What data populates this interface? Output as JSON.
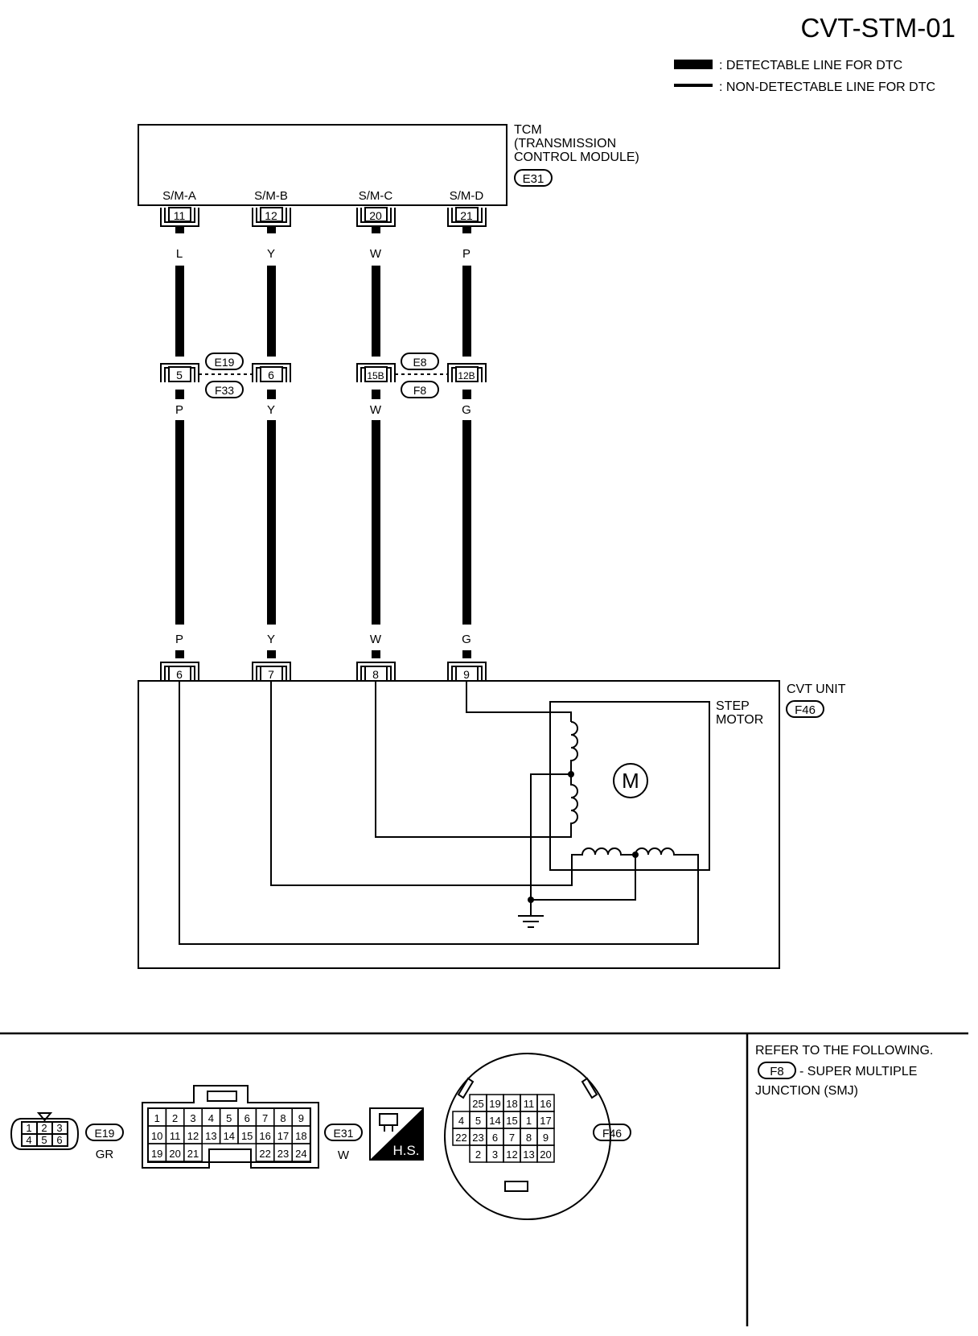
{
  "title": "CVT-STM-01",
  "legend": {
    "detectable": ": DETECTABLE LINE FOR DTC",
    "non_detectable": ": NON-DETECTABLE LINE FOR DTC"
  },
  "tcm": {
    "line1": "TCM",
    "line2": "(TRANSMISSION",
    "line3": "CONTROL MODULE)",
    "connector": "E31",
    "pins": [
      {
        "label": "S/M-A",
        "pin": "11",
        "color_top": "L",
        "jc_pin": "5",
        "color_mid": "P",
        "bottom_color": "P",
        "unit_pin": "6"
      },
      {
        "label": "S/M-B",
        "pin": "12",
        "color_top": "Y",
        "jc_pin": "6",
        "color_mid": "Y",
        "bottom_color": "Y",
        "unit_pin": "7"
      },
      {
        "label": "S/M-C",
        "pin": "20",
        "color_top": "W",
        "jc_pin": "15B",
        "color_mid": "W",
        "bottom_color": "W",
        "unit_pin": "8"
      },
      {
        "label": "S/M-D",
        "pin": "21",
        "color_top": "P",
        "jc_pin": "12B",
        "color_mid": "G",
        "bottom_color": "G",
        "unit_pin": "9"
      }
    ]
  },
  "joints": {
    "left_top": "E19",
    "left_bottom": "F33",
    "right_top": "E8",
    "right_bottom": "F8"
  },
  "cvt_unit": {
    "label": "CVT UNIT",
    "connector": "F46",
    "step_motor_line1": "STEP",
    "step_motor_line2": "MOTOR",
    "motor_symbol": "M"
  },
  "connectors": {
    "e19": {
      "id": "E19",
      "color": "GR",
      "rows": [
        [
          "1",
          "2",
          "3"
        ],
        [
          "4",
          "5",
          "6"
        ]
      ]
    },
    "e31": {
      "id": "E31",
      "color": "W",
      "rows": [
        [
          "1",
          "2",
          "3",
          "4",
          "5",
          "6",
          "7",
          "8",
          "9"
        ],
        [
          "10",
          "11",
          "12",
          "13",
          "14",
          "15",
          "16",
          "17",
          "18"
        ],
        [
          "19",
          "20",
          "21",
          "22",
          "23",
          "24"
        ]
      ]
    },
    "hs": {
      "label": "H.S."
    },
    "f46": {
      "id": "F46",
      "rows": [
        [
          "25",
          "19",
          "18",
          "11",
          "16"
        ],
        [
          "4",
          "5",
          "14",
          "15",
          "1",
          "17"
        ],
        [
          "22",
          "23",
          "6",
          "7",
          "8",
          "9"
        ],
        [
          "2",
          "3",
          "12",
          "13",
          "20"
        ]
      ]
    }
  },
  "refer": {
    "line1": "REFER TO THE FOLLOWING.",
    "ref_connector": "F8",
    "line2": "- SUPER MULTIPLE",
    "line3": "JUNCTION (SMJ)"
  }
}
